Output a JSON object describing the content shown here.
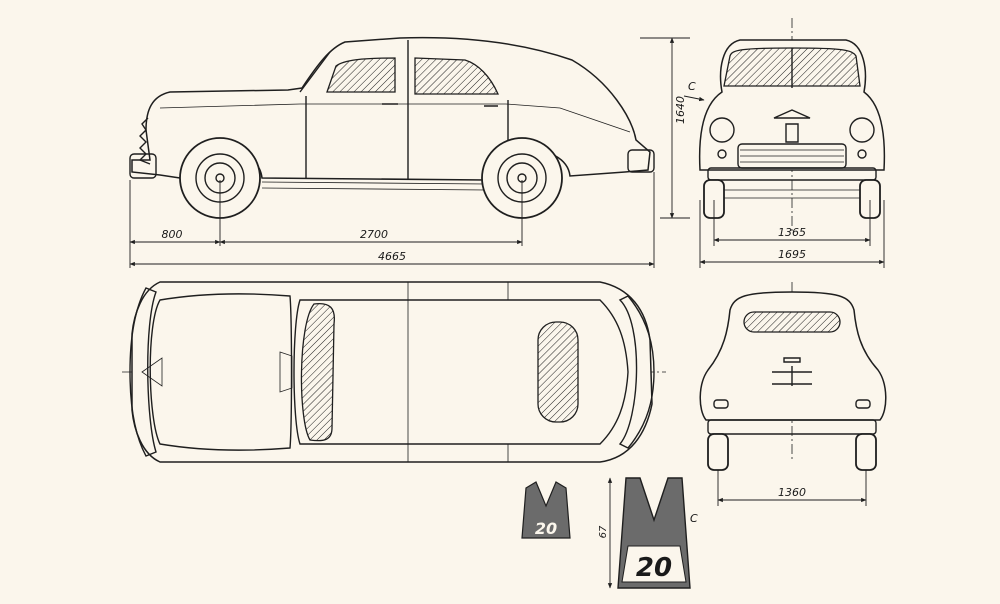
{
  "colors": {
    "paper": "#fbf6ec",
    "ink": "#1f1f1f",
    "badge_fill": "#6b6b6b"
  },
  "views": [
    "side-view",
    "front-view",
    "top-view",
    "rear-view",
    "emblem-detail"
  ],
  "dimensions": {
    "front_overhang": "800",
    "wheelbase": "2700",
    "overall_length": "4665",
    "height": "1640",
    "front_track": "1365",
    "overall_width": "1695",
    "rear_track": "1360",
    "emblem_height": "67"
  },
  "callouts": {
    "detail_marker": "C",
    "detail_ref": "C"
  },
  "emblem": {
    "letter": "M",
    "number": "20"
  }
}
